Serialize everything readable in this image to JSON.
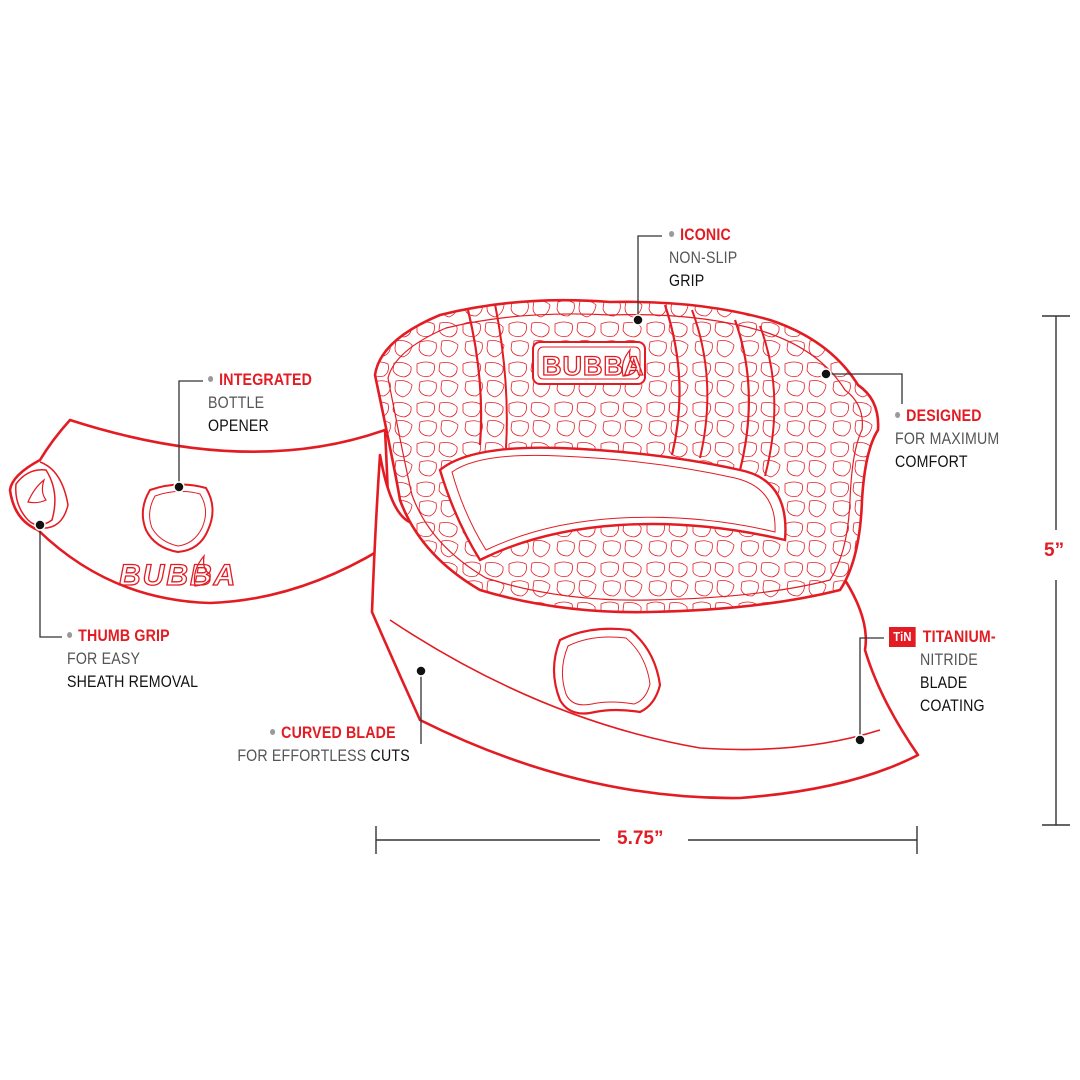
{
  "brand": {
    "logo_text": "BUBBA",
    "accent": "#e31c23",
    "line": "#222222"
  },
  "callouts": {
    "integrated": {
      "line1": "INTEGRATED",
      "line2": "BOTTLE",
      "line3": "OPENER"
    },
    "iconic": {
      "line1": "ICONIC",
      "line2": "NON-SLIP",
      "line3": "GRIP"
    },
    "designed": {
      "line1": "DESIGNED",
      "line2": "FOR MAXIMUM",
      "line3": "COMFORT"
    },
    "thumb": {
      "line1": "THUMB GRIP",
      "line2": "FOR EASY",
      "line3": "SHEATH REMOVAL"
    },
    "titanium": {
      "badge": "TiN",
      "line1": "TITANIUM-",
      "line2": "NITRIDE",
      "line3": "BLADE",
      "line4": "COATING"
    },
    "curved": {
      "line1": "CURVED BLADE",
      "line2a": "FOR EFFORTLESS",
      "line2b": "CUTS"
    }
  },
  "dimensions": {
    "width": "5.75”",
    "height": "5”"
  }
}
